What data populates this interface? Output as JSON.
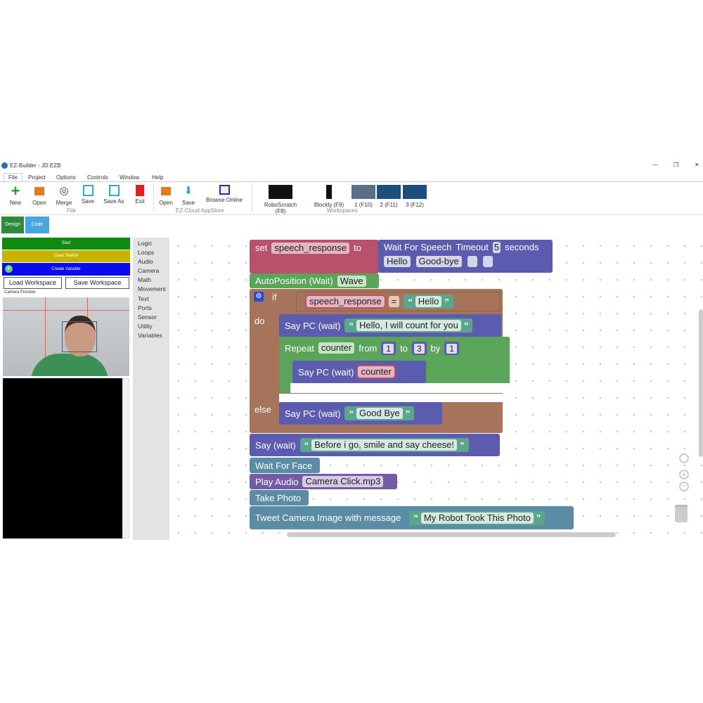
{
  "window": {
    "title": "EZ-Builder - JD.EZB",
    "controls": [
      "—",
      "❐",
      "✕"
    ]
  },
  "menu": [
    "File",
    "Project",
    "Options",
    "Controls",
    "Window",
    "Help"
  ],
  "ribbon": {
    "file_group": {
      "label": "File",
      "items": [
        "New",
        "Open",
        "Merge",
        "Save",
        "Save As",
        "Exit"
      ]
    },
    "cloud_group": {
      "label": "EZ-Cloud AppStore",
      "items": [
        "Open",
        "Save",
        "Browse Online"
      ]
    },
    "workspaces_group": {
      "label": "Workspaces",
      "items": [
        "RoboScratch (F8)",
        "Blockly (F9)",
        "1 (F10)",
        "2 (F11)",
        "3 (F12)"
      ]
    }
  },
  "view_tabs": [
    "Design",
    "Code"
  ],
  "left_panel": {
    "start": "Start",
    "clear": "Clear Sketch",
    "create_variable": "Create Variable",
    "load_workspace": "Load Workspace",
    "save_workspace": "Save Workspace",
    "camera_preview": "Camera Preview"
  },
  "categories": [
    "Logic",
    "Loops",
    "Audio",
    "Camera",
    "Math",
    "Movement",
    "Text",
    "Ports",
    "Sensor",
    "Utility",
    "Variables"
  ],
  "blocks": {
    "set": "set",
    "var_speech": "speech_response",
    "to": "to",
    "wait_speech": "Wait For Speech",
    "timeout": "Timeout",
    "timeout_val": "5",
    "seconds": "seconds",
    "opt1": "Hello",
    "opt2": "Good-bye",
    "autoposition": "AutoPosition (Wait)",
    "wave": "Wave",
    "if": "if",
    "do": "do",
    "else": "else",
    "eq": "=",
    "hello": "Hello",
    "say_pc": "Say PC (wait)",
    "count_msg": "Hello, I will count for you",
    "repeat": "Repeat",
    "counter": "counter",
    "from": "from",
    "from_val": "1",
    "to_lbl": "to",
    "to_val": "3",
    "by": "by",
    "by_val": "1",
    "goodbye": "Good Bye",
    "say": "Say (wait)",
    "cheese": "Before i go, smile and say cheese!",
    "wait_face": "Wait For Face",
    "play_audio": "Play Audio",
    "audio_file": "Camera Click.mp3",
    "take_photo": "Take Photo",
    "tweet": "Tweet Camera Image with message",
    "tweet_msg": "My Robot Took This Photo",
    "open_quote": "“",
    "close_quote": "”"
  }
}
